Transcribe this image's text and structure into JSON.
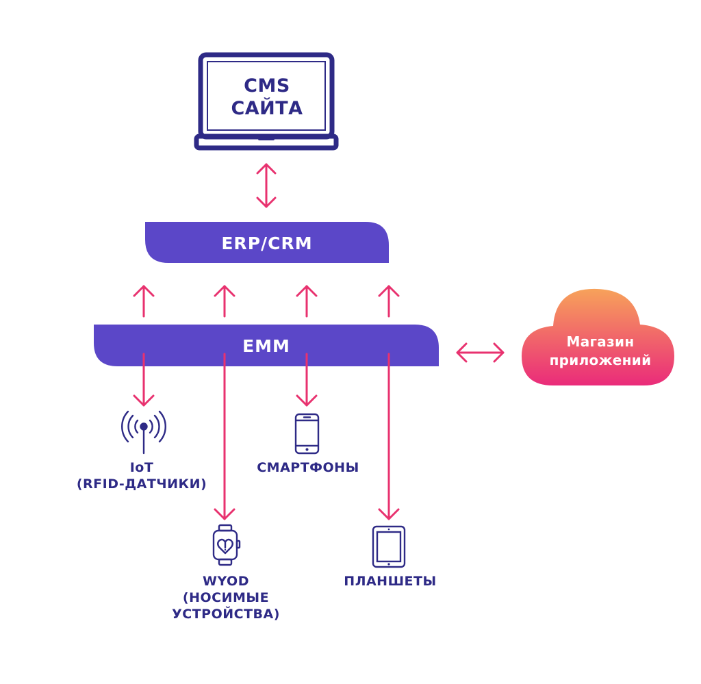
{
  "laptop": {
    "line1": "CMS",
    "line2": "САЙТА",
    "icon": "laptop-icon"
  },
  "erp": {
    "label": "ERP/CRM"
  },
  "emm": {
    "label": "EMM"
  },
  "cloud": {
    "line1": "Магазин",
    "line2": "приложений",
    "icon": "cloud-icon"
  },
  "devices": {
    "iot": {
      "line1": "IoT",
      "line2": "(RFID-ДАТЧИКИ)",
      "icon": "antenna-icon"
    },
    "smartphones": {
      "line1": "СМАРТФОНЫ",
      "icon": "smartphone-icon"
    },
    "wyod": {
      "line1": "WYOD",
      "line2": "(НОСИМЫЕ",
      "line3": "УСТРОЙСТВА)",
      "icon": "smartwatch-icon"
    },
    "tablets": {
      "line1": "ПЛАНШЕТЫ",
      "icon": "tablet-icon"
    }
  },
  "colors": {
    "navy": "#2e2a86",
    "bar": "#5b47c8",
    "arrow": "#e8326f",
    "cloud_top": "#f7a25a",
    "cloud_bottom": "#ea2b7a"
  }
}
